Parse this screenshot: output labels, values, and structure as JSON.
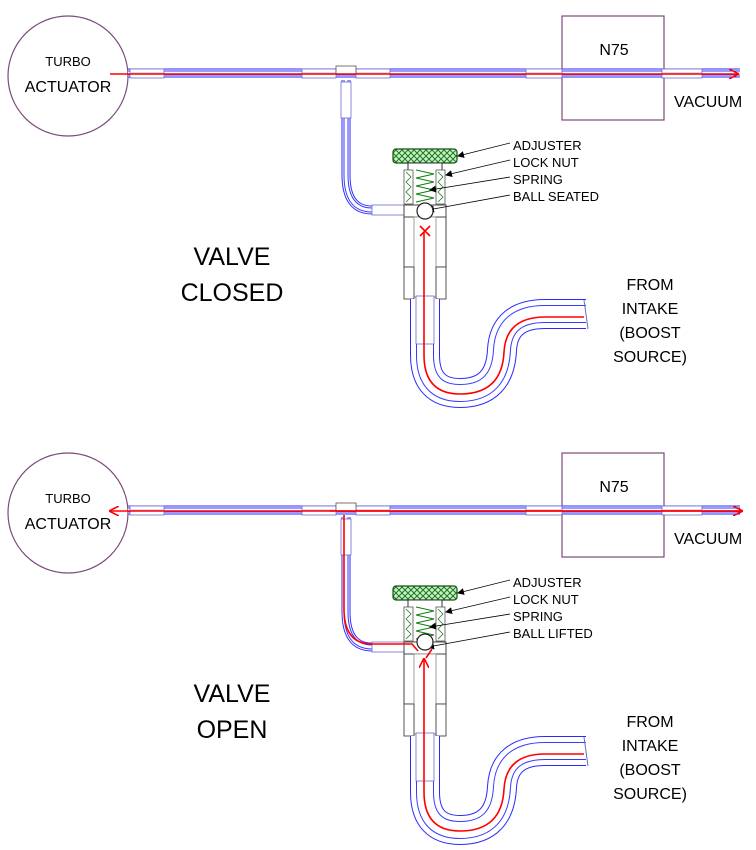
{
  "colors": {
    "pipe_outer": "#1a1aff",
    "pipe_inner": "#a0a0c8",
    "flow": "#ff0000",
    "knob": "#228b22",
    "spring": "#008000",
    "box": "#7a4a7a"
  },
  "panels": [
    {
      "actuator": [
        "TURBO",
        "ACTUATOR"
      ],
      "n75": "N75",
      "vacuum": "VACUUM",
      "callouts": [
        "ADJUSTER",
        "LOCK NUT",
        "SPRING",
        "BALL SEATED"
      ],
      "state": [
        "VALVE",
        "CLOSED"
      ],
      "source": [
        "FROM",
        "INTAKE",
        "(BOOST",
        "SOURCE)"
      ],
      "ball_lifted": false
    },
    {
      "actuator": [
        "TURBO",
        "ACTUATOR"
      ],
      "n75": "N75",
      "vacuum": "VACUUM",
      "callouts": [
        "ADJUSTER",
        "LOCK NUT",
        "SPRING",
        "BALL LIFTED"
      ],
      "state": [
        "VALVE",
        "OPEN"
      ],
      "source": [
        "FROM",
        "INTAKE",
        "(BOOST",
        "SOURCE)"
      ],
      "ball_lifted": true
    }
  ]
}
